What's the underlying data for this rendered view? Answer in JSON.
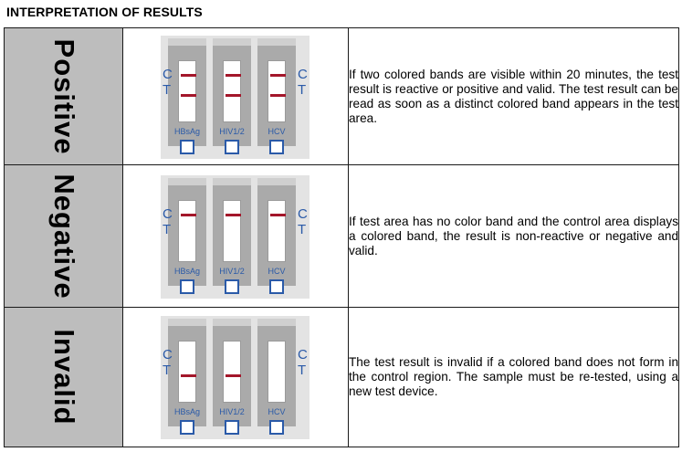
{
  "title": "INTERPRETATION OF RESULTS",
  "colors": {
    "band": "#a3162a",
    "label_blue": "#2a5aa8",
    "label_cell_bg": "#bdbdbd"
  },
  "device_labels": {
    "control": "C",
    "test": "T"
  },
  "rows": [
    {
      "label": "Positive",
      "tests": [
        {
          "name": "HBsAg",
          "control_band": true,
          "test_band": true
        },
        {
          "name": "HIV1/2",
          "control_band": true,
          "test_band": true
        },
        {
          "name": "HCV",
          "control_band": true,
          "test_band": true
        }
      ],
      "description": "If two colored bands are visible within 20 minutes, the test result is reactive or positive and valid. The test result can be read as soon as a distinct colored band appears in the test area."
    },
    {
      "label": "Negative",
      "tests": [
        {
          "name": "HBsAg",
          "control_band": true,
          "test_band": false
        },
        {
          "name": "HIV1/2",
          "control_band": true,
          "test_band": false
        },
        {
          "name": "HCV",
          "control_band": true,
          "test_band": false
        }
      ],
      "description": "If test area has no color band and the control area displays a colored band, the result is non-reactive or negative and valid."
    },
    {
      "label": "Invalid",
      "tests": [
        {
          "name": "HBsAg",
          "control_band": false,
          "test_band": true
        },
        {
          "name": "HIV1/2",
          "control_band": false,
          "test_band": true
        },
        {
          "name": "HCV",
          "control_band": false,
          "test_band": false
        }
      ],
      "description": "The test result is invalid if a colored band does not form in the control region. The sample must be re-tested, using a new test device."
    }
  ]
}
